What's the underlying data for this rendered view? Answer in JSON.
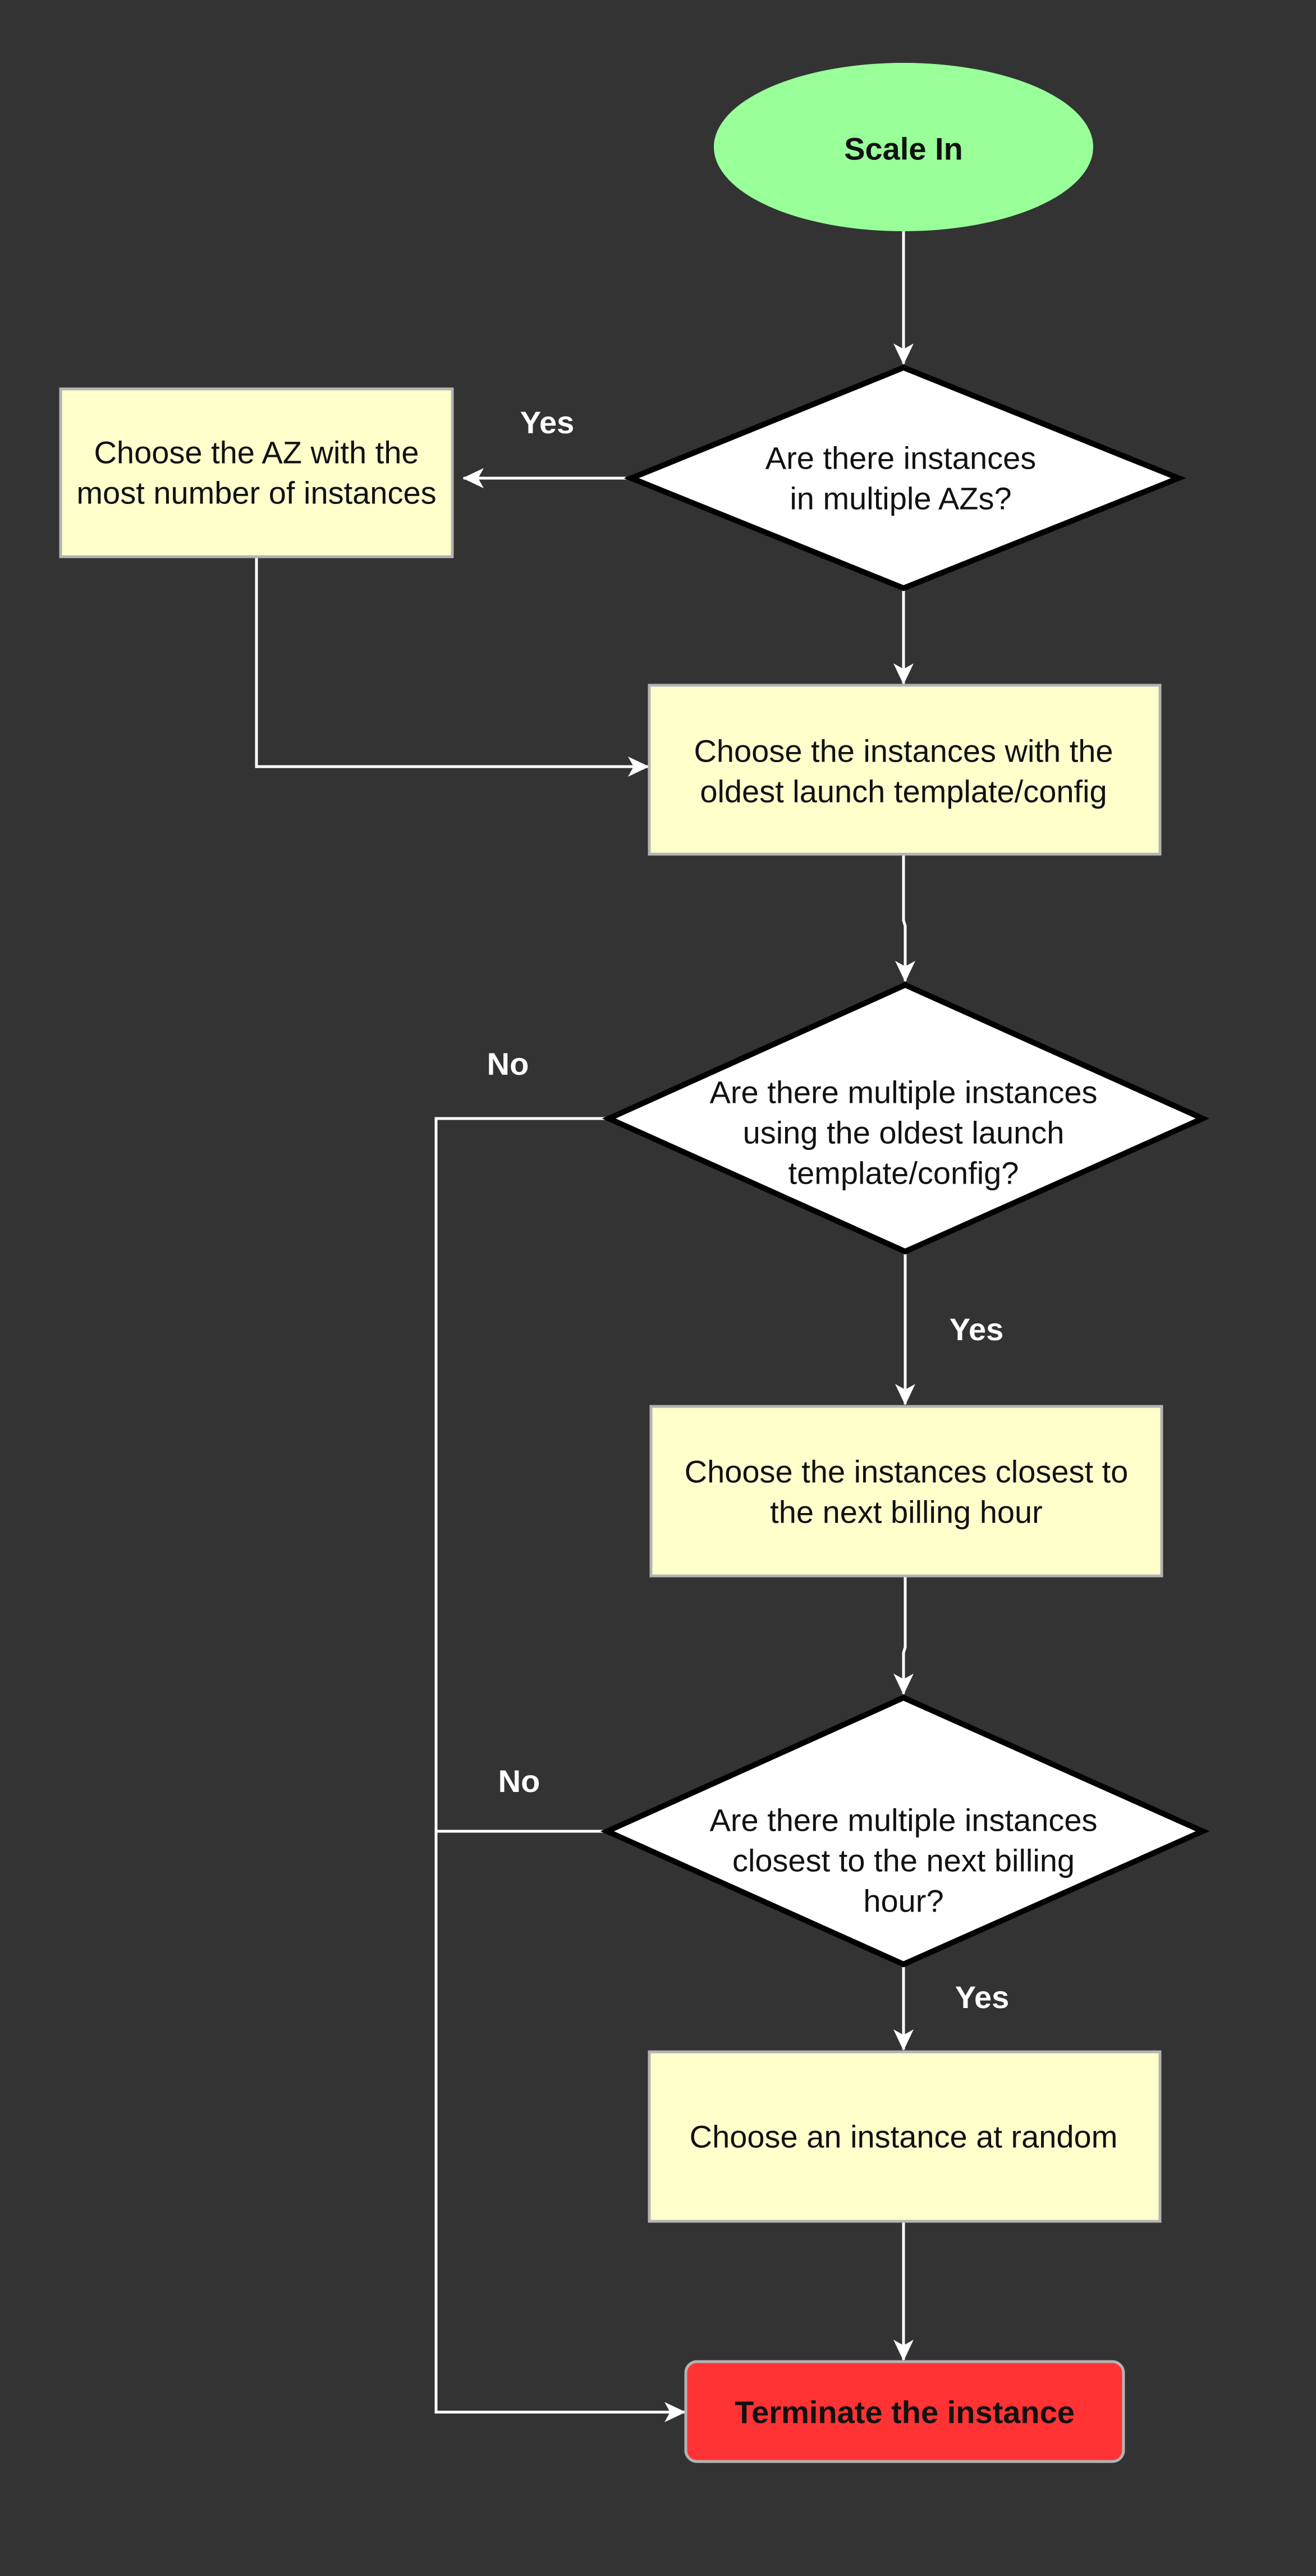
{
  "colors": {
    "background": "#333333",
    "start_fill": "#99ff99",
    "process_fill": "#ffffcc",
    "process_stroke": "#b3b3b3",
    "decision_fill": "#ffffff",
    "decision_stroke": "#000000",
    "terminate_fill": "#ff3333",
    "edge": "#ffffff",
    "label": "#ffffff"
  },
  "nodes": {
    "start": {
      "lines": [
        "Scale In"
      ]
    },
    "decision_multiple_azs": {
      "lines": [
        "Are there instances",
        "in multiple AZs?"
      ]
    },
    "choose_az": {
      "lines": [
        "Choose the AZ with the",
        "most number of instances"
      ]
    },
    "choose_oldest_template": {
      "lines": [
        "Choose the instances with the",
        "oldest launch template/config"
      ]
    },
    "decision_oldest_template": {
      "lines": [
        "Are there multiple instances",
        "using the oldest launch",
        "template/config?"
      ]
    },
    "choose_billing_hour": {
      "lines": [
        "Choose the instances closest to",
        "the next billing hour"
      ]
    },
    "decision_billing_hour": {
      "lines": [
        "Are there multiple instances",
        "closest to the next billing",
        "hour?"
      ]
    },
    "choose_random": {
      "lines": [
        "Choose an instance at random"
      ]
    },
    "terminate": {
      "lines": [
        "Terminate the instance"
      ]
    }
  },
  "edge_labels": {
    "multiple_azs_yes": "Yes",
    "oldest_template_no": "No",
    "oldest_template_yes": "Yes",
    "billing_hour_no": "No",
    "billing_hour_yes": "Yes"
  }
}
